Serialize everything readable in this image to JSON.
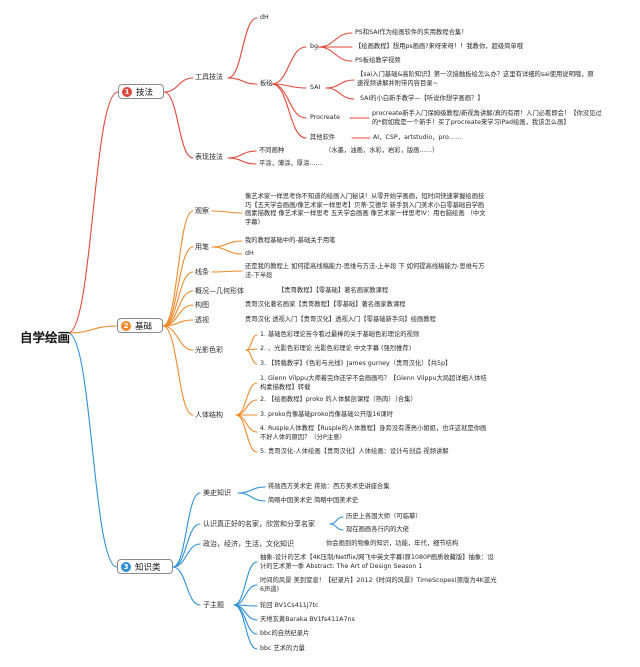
{
  "root": "自学绘画",
  "colors": {
    "red": "#e0473a",
    "orange": "#ef8a2b",
    "blue": "#2e8fd6"
  },
  "branches": [
    {
      "num": "1",
      "label": "技法",
      "children": [
        {
          "label": "工具技法",
          "items": [
            "dH",
            "bg",
            "PS和SAI作为绘画软件的实用教程合集！",
            "【绘画教程】想用ps画画?来呀来呀！！我教你，超级简单哦",
            "PS板绘教学视频",
            "板绘",
            "SAI",
            "【sai入门基础&高阶知识】第一次接触板绘怎么办？这里有详细的sai使用说明哦，原速视频讲解并附带内容目录~",
            "SAI的小白新手教学—【听说你想学画画？】",
            "Procreate",
            "procreate新手入门保姆级教程/新视角讲解/真的有用！入门必看即会！【你没见过的*假如我是一个新手！买了procreate来学习iPad绘画，我该怎么画】",
            "其他软件",
            "AI，CSP，artstudio，pro……"
          ]
        },
        {
          "label": "表现技法",
          "items": [
            "不同画种",
            "（水墨，油画，水彩，岩彩，版画……）",
            "平涂，薄涂，厚涂……"
          ]
        }
      ]
    },
    {
      "num": "2",
      "label": "基础",
      "children": [
        {
          "label": "观察",
          "text": "像艺术家一样思考你不知道的绘画入门秘诀！从零开始学画画，短时间快速掌握绘画技巧【五天学会画画/像艺术家一样思考】贝蒂·艾德华 新手到入门美术小白零基础自学画画素描教程 像艺术家一样思考 五天学会画画 像艺术家一样思考Ⅳ：用右脑绘画 （中文字幕）"
        },
        {
          "label": "用笔",
          "items": [
            "我的教程基础中的-基础关于用笔",
            "dH"
          ]
        },
        {
          "label": "线条",
          "text": "还是我的教程上 如何提高线稿能力-思维与方法-上半段 下 如何提高线稿能力-思维与方法-下半段"
        },
        {
          "label": "概况—几何形体",
          "text": "【贵哥教程】【零基础】著名画家教课程"
        },
        {
          "label": "构图",
          "text": "贵哥汉化著名画家【贵哥教程】【零基础】著名画家教课程"
        },
        {
          "label": "透视",
          "text": "贵哥汉化 透视入门【贵哥汉化】透视入门【零基础新手向】绘画教程"
        },
        {
          "label": "光影色彩",
          "items": [
            "1. 基础色彩理论苦今看过最棒的关于基础色彩理论的视频",
            "2. 、光影色彩理论 光影色彩理论 中文字幕 (强烈推荐)",
            "3. 【转载教学】《色彩与光线》James gurney（贵哥汉化）【共5p】"
          ]
        },
        {
          "label": "人体结构",
          "items": [
            "1. Glenn Vilppu大师着完你还学不会画画吗？【Glenn Vilppu大局超详细人体结构素描教程】转载",
            "2. 【绘画教程】proko 的人体解剖课程（熟肉）（合集）",
            "3. proko肖像基础proko肖像基础公开版16课时",
            "4. Rusple人体教程【Rusple的人体教程】身旁没有漂亮小姐姐，也许这就是你画不好人体的原因？（分P注意）",
            "5. 贵哥汉化-人体绘画【贵哥汉化】人体绘画：设计与创造 视频讲解"
          ]
        }
      ]
    },
    {
      "num": "3",
      "label": "知识类",
      "children": [
        {
          "label": "美史知识",
          "items": [
            "蒋勋西方美术史 蒋勋：西方美术史讲座合集",
            "简略中国美术史 简略中国美术史"
          ]
        },
        {
          "label": "认识真正好的名家，欣赏和分享名家",
          "items": [
            "历史上各国大师（可临摹）",
            "现在画画各行内的大佬"
          ]
        },
        {
          "label": "政治，经济，生活，文化知识",
          "text": "你会画到的物象的知识，功能，年代，细节结构"
        },
        {
          "label": "子主题",
          "items": [
            "抽象-设计的艺术【4K压制/Netflix/网飞中英文字幕(原1080P画质收藏版】抽象：设计的艺术第一季 Abstract: The Art of Design Season 1",
            "时间的风景 美到窒息！【纪录片】2012《时间的风景》TimeScopes(原版为4K蓝光6声道)",
            "轮回 BV1Cs411j7tc",
            "天地玄黄Baraka BV1fs411A7ns",
            "bbc的自然纪录片",
            "bbc 艺术的力量"
          ]
        }
      ]
    }
  ]
}
